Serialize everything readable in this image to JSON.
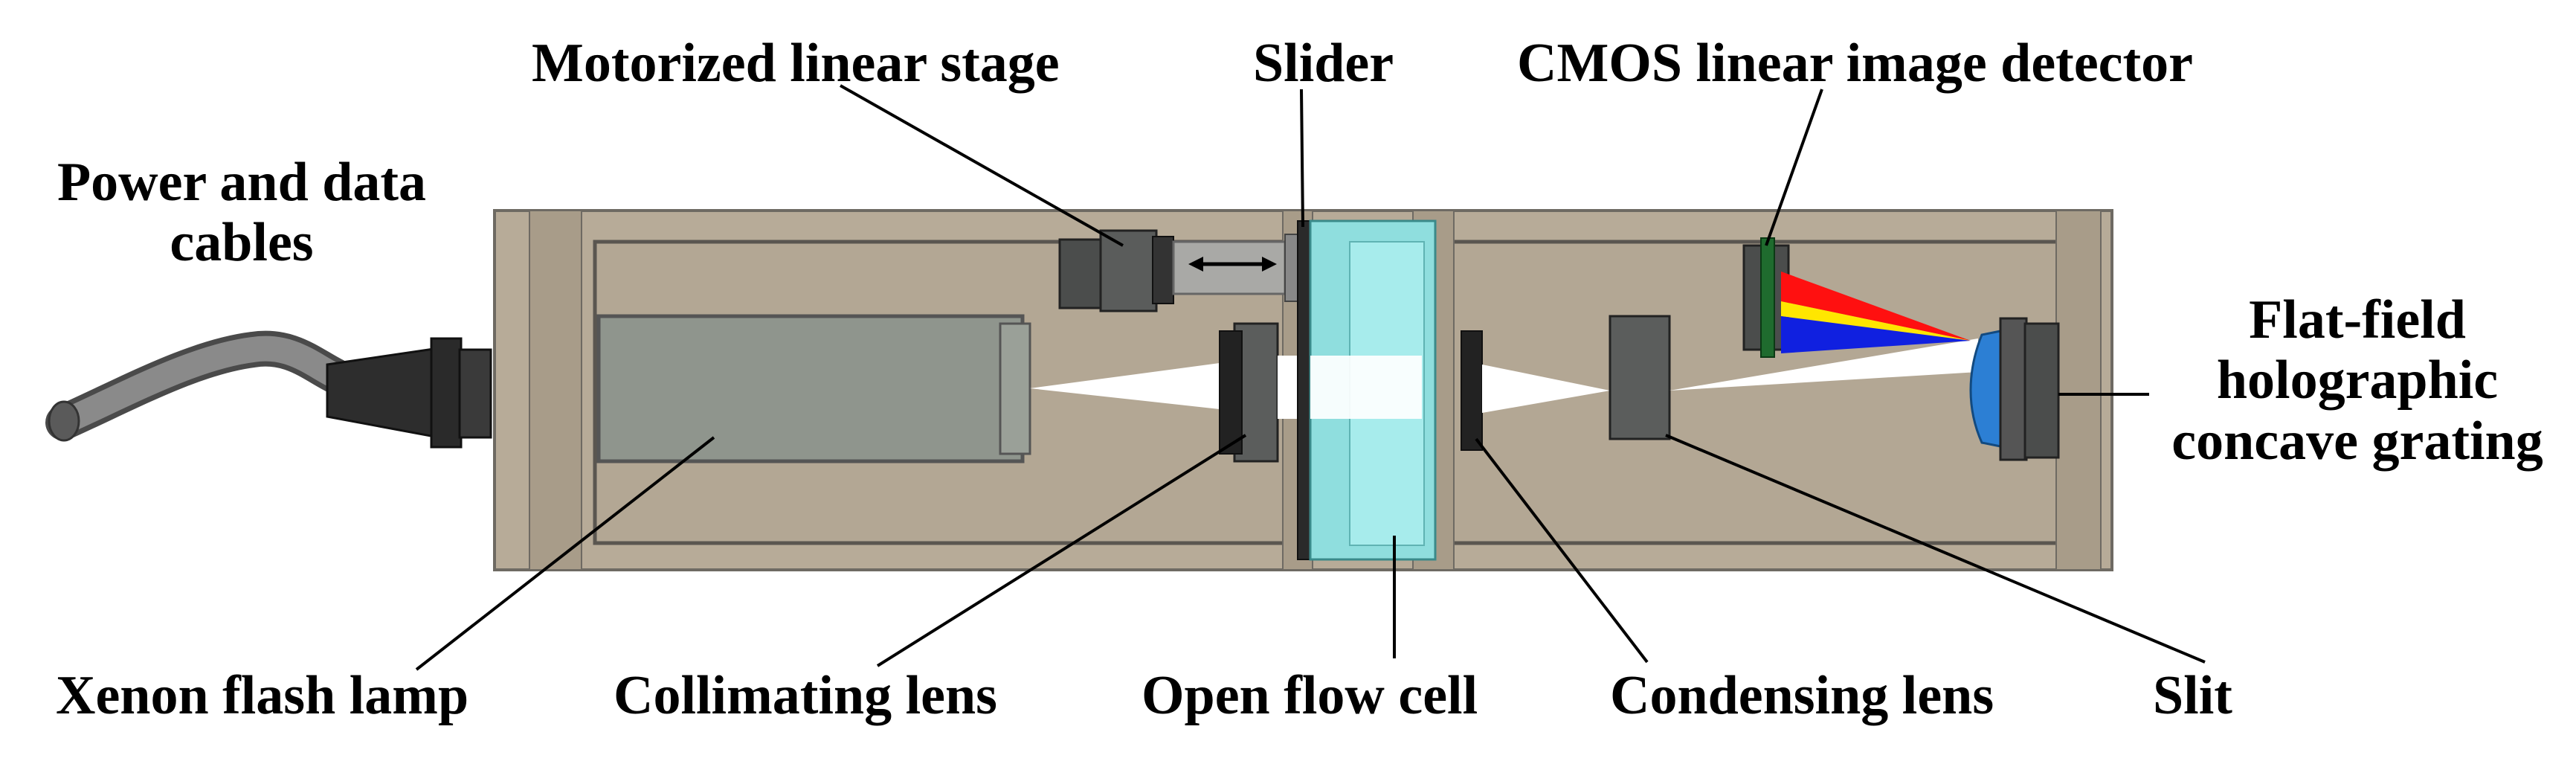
{
  "labels": {
    "motorized_linear_stage": "Motorized linear stage",
    "slider": "Slider",
    "cmos_detector": "CMOS linear image detector",
    "power_cables_line1": "Power and data",
    "power_cables_line2": "cables",
    "flat_field_line1": "Flat-field",
    "flat_field_line2": "holographic",
    "flat_field_line3": "concave grating",
    "xenon_lamp": "Xenon flash lamp",
    "collimating_lens": "Collimating lens",
    "open_flow_cell": "Open flow cell",
    "condensing_lens": "Condensing lens",
    "slit": "Slit"
  },
  "colors": {
    "housing": "#b7ab98",
    "housing_border": "#6e6a63",
    "lamp": "#8f958d",
    "flow_cell": "#8fdede",
    "component_dark": "#4b4d4c",
    "beam": "#ffffff",
    "spectrum_red": "#ff1010",
    "spectrum_yellow": "#ffe600",
    "spectrum_blue": "#1020e0",
    "grating_blue": "#2c7fd4",
    "cable": "#6c6c6c"
  }
}
